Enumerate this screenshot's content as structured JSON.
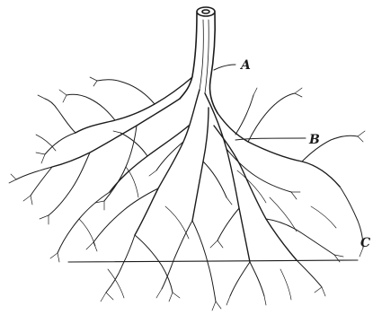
{
  "figure": {
    "label_a": "A",
    "label_b": "B",
    "label_c": "C"
  },
  "colors": {
    "ink": "#1c1c1c",
    "paper": "#ffffff"
  }
}
